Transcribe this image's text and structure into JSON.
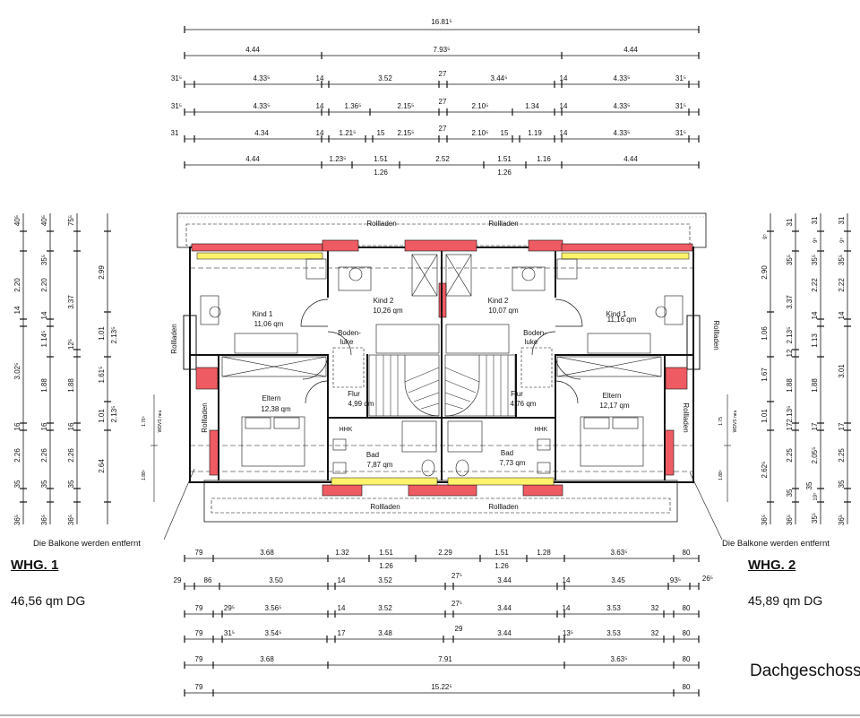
{
  "top_dimensions": [
    [
      "16.81⁵"
    ],
    [
      "4.44",
      "7.93⁵",
      "4.44"
    ],
    [
      "31⁵",
      "4.33⁵",
      "14",
      "3.52",
      "27",
      "3.44⁵",
      "14",
      "4.33⁵",
      "31⁵"
    ],
    [
      "31⁵",
      "4.33⁵",
      "14",
      "1.36⁵",
      "2.15⁵",
      "27",
      "2.10⁵",
      "1.34",
      "14",
      "4.33⁵",
      "31⁵"
    ],
    [
      "31",
      "4.34",
      "14",
      "1.21⁵",
      "15",
      "2.15⁵",
      "27",
      "2.10⁵",
      "15",
      "1.19",
      "14",
      "4.33⁵",
      "31⁵"
    ],
    [
      "4.44",
      "1.23⁵",
      "1.51",
      "2.52",
      "1.51",
      "1.16",
      "4.44",
      "1.26",
      "1.26"
    ]
  ],
  "bottom_dimensions": [
    [
      "79",
      "3.68",
      "1.32",
      "1.51",
      "2.29",
      "1.51",
      "1.28",
      "3.63⁵",
      "80",
      "1.26",
      "1.26"
    ],
    [
      "29",
      "86",
      "3.50",
      "14",
      "3.52",
      "27⁵",
      "3.44",
      "14",
      "3.45",
      "93⁵",
      "26⁵"
    ],
    [
      "79",
      "29⁵",
      "3.56⁵",
      "14",
      "3.52",
      "27⁵",
      "3.44",
      "14",
      "3.53",
      "32",
      "80"
    ],
    [
      "79",
      "31⁵",
      "3.54⁵",
      "17",
      "3.48",
      "29",
      "3.44",
      "13⁵",
      "3.53",
      "32",
      "80"
    ],
    [
      "79",
      "3.68",
      "7.91",
      "3.63⁵",
      "80"
    ],
    [
      "79",
      "15.22⁵",
      "80"
    ]
  ],
  "left_dimensions": [
    [
      "40⁵",
      "2.20",
      "14",
      "3.02⁵",
      "16",
      "2.26",
      "35",
      "36⁵"
    ],
    [
      "40⁵",
      "35⁵",
      "2.20",
      "14",
      "1.14⁵",
      "1.88",
      "16",
      "2.26",
      "35",
      "36⁵"
    ],
    [
      "75⁵",
      "3.37",
      "12⁵",
      "1.88",
      "16",
      "2.26",
      "35",
      "36⁵"
    ],
    [
      "2.99",
      "1.01",
      "1.61⁵",
      "1.01",
      "2.64"
    ],
    [
      "2.13⁵",
      "2.13⁵"
    ]
  ],
  "right_dimensions": [
    [
      "9⁵",
      "2.90",
      "1.06",
      "1.67",
      "1.01",
      "2.62⁵",
      "36⁵"
    ],
    [
      "31",
      "35⁵",
      "3.37",
      "2.13⁵",
      "12",
      "1.88",
      "17",
      "2.13⁵",
      "2.25",
      "35",
      "36⁵"
    ],
    [
      "31",
      "9⁵",
      "35⁵",
      "2.22",
      "14",
      "1.13",
      "1.88",
      "17",
      "2.05⁵",
      "35",
      "19⁵",
      "35⁵"
    ],
    [
      "31",
      "9⁵",
      "35⁵",
      "2.22",
      "14",
      "3.01",
      "17",
      "2.25",
      "35",
      "36⁵"
    ]
  ],
  "wdvs_left": "WDVS neu",
  "wdvs_left_dims": [
    "1.76⁵",
    "1.88⁵"
  ],
  "wdvs_right": "WDVS neu",
  "wdvs_right_dims": [
    "1.75",
    "1.88⁵"
  ],
  "shutter_labels": {
    "top_left": "Rollladen",
    "top_right": "Rollladen",
    "bottom_left": "Rollladen",
    "bottom_right": "Rollladen",
    "side_left_upper": "Rollladen",
    "side_left_lower": "Rollladen",
    "side_right_upper": "Rollladen",
    "side_right_lower": "Rollladen"
  },
  "rooms": {
    "kind1_left": {
      "name": "Kind 1",
      "area": "11,06 qm"
    },
    "kind2_left": {
      "name": "Kind 2",
      "area": "10,26 qm"
    },
    "kind2_right": {
      "name": "Kind 2",
      "area": "10,07 qm"
    },
    "kind1_right": {
      "name": "Kind 1",
      "area": "11,16 qm"
    },
    "eltern_left": {
      "name": "Eltern",
      "area": "12,38 qm"
    },
    "eltern_right": {
      "name": "Eltern",
      "area": "12,17 qm"
    },
    "flur_left": {
      "name": "Flur",
      "area": "4,99 qm"
    },
    "flur_right": {
      "name": "Flur",
      "area": "4,76 qm"
    },
    "bad_left": {
      "name": "Bad",
      "area": "7,87 qm"
    },
    "bad_right": {
      "name": "Bad",
      "area": "7,73 qm"
    },
    "boden_left": {
      "line1": "Boden-",
      "line2": "luke"
    },
    "boden_right": {
      "line1": "Boden-",
      "line2": "luke"
    },
    "hhk_left": "HHK",
    "hhk_right": "HHK"
  },
  "notes": {
    "balcony_left": "Die Balkone werden entfernt",
    "balcony_right": "Die Balkone werden entfernt"
  },
  "units": {
    "whg1_label": "WHG. 1",
    "whg1_area": "46,56 qm DG",
    "whg2_label": "WHG. 2",
    "whg2_area": "45,89 qm DG"
  },
  "floor_title": "Dachgeschoss",
  "colors": {
    "wall_red": "#ef5b62",
    "insulation_yellow": "#fff36b",
    "line": "#111111",
    "wall_grey": "#cfcfcf"
  }
}
